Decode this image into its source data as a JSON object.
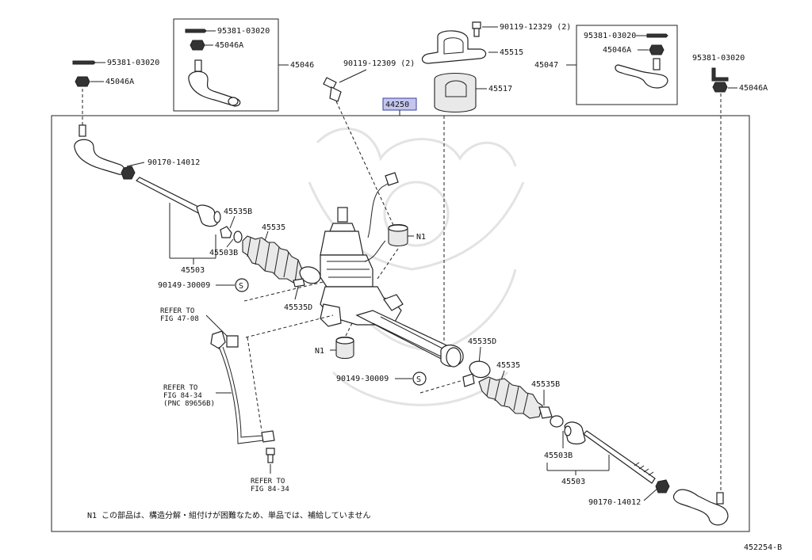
{
  "diagram": {
    "highlight_label": "44250",
    "labels": {
      "p95381_a": "95381-03020",
      "p45046a_a": "45046A",
      "p95381_b": "95381-03020",
      "p45046a_b": "45046A",
      "p45046": "45046",
      "p90119_12309": "90119-12309 (2)",
      "p90119_12329": "90119-12329 (2)",
      "p45515": "45515",
      "p45517": "45517",
      "p95381_c": "95381-03020",
      "p45046a_c": "45046A",
      "p45047": "45047",
      "p95381_d": "95381-03020",
      "p45046a_d": "45046A",
      "p90170_a": "90170-14012",
      "p45535b_a": "45535B",
      "p45535_a": "45535",
      "p45503b_a": "45503B",
      "p45503_a": "45503",
      "p90149_a": "90149-30009",
      "s_a": "S",
      "p45535d_a": "45535D",
      "n1_a": "N1",
      "n1_b": "N1",
      "refer1_l1": "REFER TO",
      "refer1_l2": "FIG 47-08",
      "refer2_l1": "REFER TO",
      "refer2_l2": "FIG 84-34",
      "refer2_l3": "(PNC 89656B)",
      "refer3_l1": "REFER TO",
      "refer3_l2": "FIG 84-34",
      "p45535d_b": "45535D",
      "p45535_b": "45535",
      "p90149_b": "90149-30009",
      "s_b": "S",
      "p45535b_b": "45535B",
      "p45503b_b": "45503B",
      "p45503_b": "45503",
      "p90170_b": "90170-14012"
    },
    "note": "N1 この部品は、構造分解・組付けが困難なため、単品では、補給していません",
    "figure_code": "452254-B"
  }
}
